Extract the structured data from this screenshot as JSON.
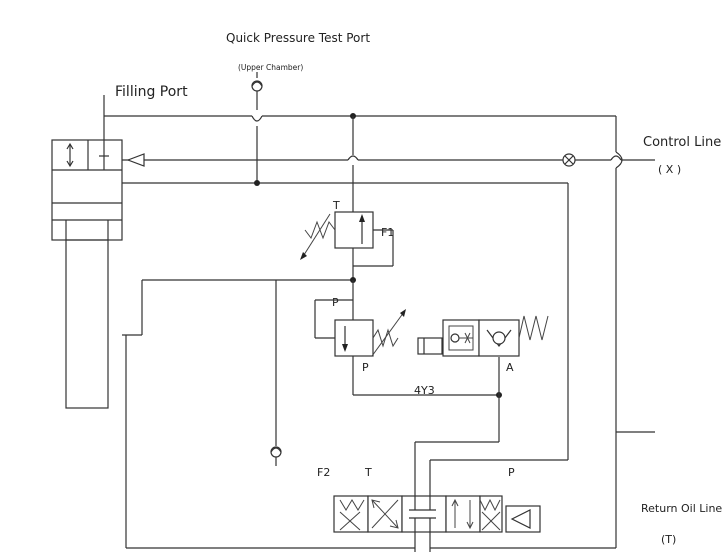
{
  "labels": {
    "quick_test_port": "Quick Pressure Test Port",
    "upper_chamber": "(Upper Chamber)",
    "filling_port": "Filling Port",
    "control_line": "Control Line",
    "control_line_code": "( X )",
    "return_oil_line": "Return Oil Line",
    "return_oil_code": "(T)",
    "t_top": "T",
    "f1": "F1",
    "p_left": "P",
    "p_bottom": "P",
    "a_port": "A",
    "y3": "4Y3",
    "f2": "F2",
    "t_bottom": "T",
    "p_right": "P"
  }
}
